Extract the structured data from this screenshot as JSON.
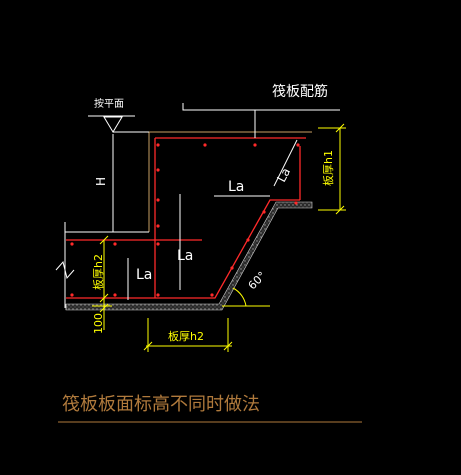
{
  "labels": {
    "ground_level": "按平面",
    "raft_reinforcement": "筏板配筋",
    "height_H": "H",
    "la_upper": "La",
    "la_diagonal": "La",
    "la_middle": "La",
    "la_lower": "La",
    "thickness_h1": "板厚h1",
    "thickness_h2_side": "板厚h2",
    "thickness_h2_bottom": "板厚h2",
    "cover_100": "100",
    "angle": "60°"
  },
  "title": "筏板板面标高不同时做法",
  "colors": {
    "background": "#000000",
    "concrete_outline": "#ffffff",
    "rebar": "#ff2a2a",
    "dimension": "#ffff00",
    "hatch": "#9a9a9a",
    "title_text": "#b07a3c",
    "title_underline": "#b07a3c",
    "frame_line": "#c9a063"
  }
}
